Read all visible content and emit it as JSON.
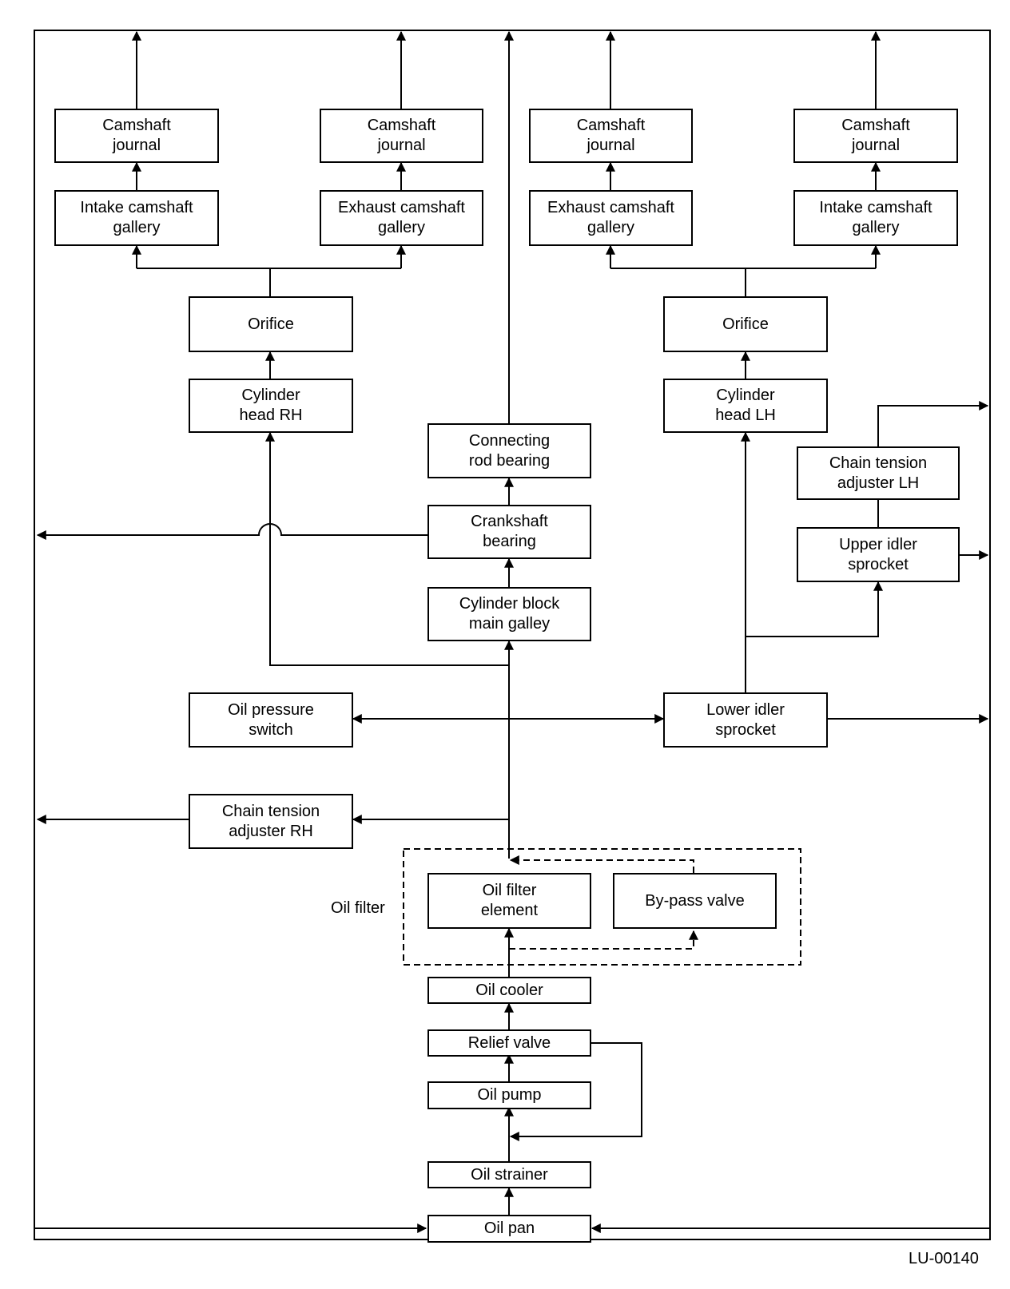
{
  "diagram": {
    "figure_id": "LU-00140",
    "group_label": "Oil filter",
    "boxes": {
      "cam_journal_1": "Camshaft\njournal",
      "cam_journal_2": "Camshaft\njournal",
      "cam_journal_3": "Camshaft\njournal",
      "cam_journal_4": "Camshaft\njournal",
      "intake_gallery_rh": "Intake camshaft\ngallery",
      "exhaust_gallery_rh": "Exhaust camshaft\ngallery",
      "exhaust_gallery_lh": "Exhaust camshaft\ngallery",
      "intake_gallery_lh": "Intake camshaft\ngallery",
      "orifice_rh": "Orifice",
      "orifice_lh": "Orifice",
      "cyl_head_rh": "Cylinder\nhead RH",
      "cyl_head_lh": "Cylinder\nhead LH",
      "conn_rod_bearing": "Connecting\nrod bearing",
      "chain_tension_lh": "Chain tension\nadjuster LH",
      "crankshaft_bearing": "Crankshaft\nbearing",
      "upper_idler": "Upper idler\nsprocket",
      "cyl_block_gallery": "Cylinder block\nmain galley",
      "oil_pressure_switch": "Oil pressure\nswitch",
      "lower_idler": "Lower idler\nsprocket",
      "chain_tension_rh": "Chain tension\nadjuster RH",
      "oil_filter_element": "Oil filter\nelement",
      "bypass_valve": "By-pass valve",
      "oil_cooler": "Oil cooler",
      "relief_valve": "Relief valve",
      "oil_pump": "Oil pump",
      "oil_strainer": "Oil strainer",
      "oil_pan": "Oil pan"
    }
  }
}
